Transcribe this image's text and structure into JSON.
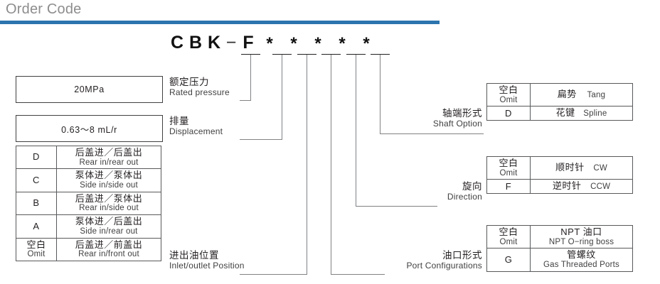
{
  "header": {
    "title": "Order Code",
    "rule_color": "#2b74ae",
    "title_color": "#8d8d8d"
  },
  "code": {
    "letters": [
      "C",
      "B",
      "K"
    ],
    "dash": "−",
    "series": "F",
    "stars": [
      "*",
      "*",
      "*",
      "*",
      "*"
    ]
  },
  "left": {
    "rated_pressure": {
      "value": "20MPa",
      "caption_cn": "额定压力",
      "caption_en": "Rated pressure"
    },
    "displacement": {
      "value": "0.63～8 mL/r",
      "caption_cn": "排量",
      "caption_en": "Displacement"
    },
    "inlet_outlet": {
      "caption_cn": "进出油位置",
      "caption_en": "Inlet/outlet Position",
      "rows": [
        {
          "code_cn": "D",
          "code_en": "",
          "desc_cn": "后盖进／后盖出",
          "desc_en": "Rear in/rear out"
        },
        {
          "code_cn": "C",
          "code_en": "",
          "desc_cn": "泵体进／泵体出",
          "desc_en": "Side in/side out"
        },
        {
          "code_cn": "B",
          "code_en": "",
          "desc_cn": "后盖进／泵体出",
          "desc_en": "Rear in/side out"
        },
        {
          "code_cn": "A",
          "code_en": "",
          "desc_cn": "泵体进／后盖出",
          "desc_en": "Side in/rear out"
        },
        {
          "code_cn": "空白",
          "code_en": "Omit",
          "desc_cn": "后盖进／前盖出",
          "desc_en": "Rear in/front out"
        }
      ]
    }
  },
  "right": {
    "shaft_option": {
      "caption_cn": "轴端形式",
      "caption_en": "Shaft Option",
      "rows": [
        {
          "code_cn": "空白",
          "code_en": "Omit",
          "desc_cn": "扁势",
          "desc_en": "Tang"
        },
        {
          "code_cn": "D",
          "code_en": "",
          "desc_cn": "花键",
          "desc_en": "Spline"
        }
      ]
    },
    "direction": {
      "caption_cn": "旋向",
      "caption_en": "Direction",
      "rows": [
        {
          "code_cn": "空白",
          "code_en": "Omit",
          "desc_cn": "顺时针",
          "desc_en": "CW"
        },
        {
          "code_cn": "F",
          "code_en": "",
          "desc_cn": "逆时针",
          "desc_en": "CCW"
        }
      ]
    },
    "port_configurations": {
      "caption_cn": "油口形式",
      "caption_en": "Port Configurations",
      "rows": [
        {
          "code_cn": "空白",
          "code_en": "Omit",
          "desc_cn": "NPT 油口",
          "desc_en": "NPT O−ring boss"
        },
        {
          "code_cn": "G",
          "code_en": "",
          "desc_cn": "管螺纹",
          "desc_en": "Gas Threaded Ports"
        }
      ]
    }
  }
}
